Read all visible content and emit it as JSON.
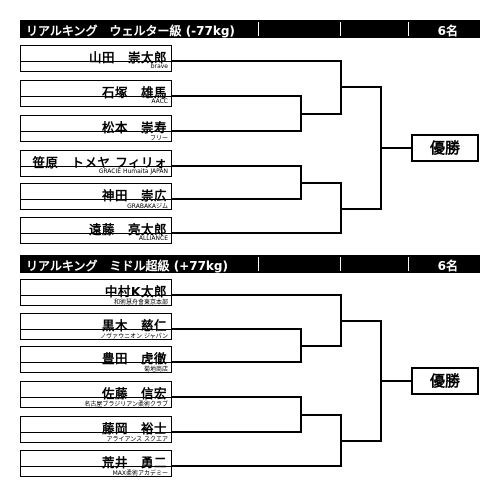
{
  "divisions": [
    {
      "title": "リアルキング　ウェルター級 (-77kg)",
      "count": "6名",
      "champion_label": "優勝",
      "entries": [
        {
          "name": "山田　崇太郎",
          "team": "brave"
        },
        {
          "name": "石塚　雄馬",
          "team": "AACC"
        },
        {
          "name": "松本　崇寿",
          "team": "フリー"
        },
        {
          "name": "笹原　トメヤ フィリォ",
          "team": "GRACIE Humaita JAPAN"
        },
        {
          "name": "神田　崇広",
          "team": "GRABAKAジム"
        },
        {
          "name": "遠藤　亮太郎",
          "team": "ALLIANCE"
        }
      ]
    },
    {
      "title": "リアルキング　ミドル超級 (+77kg)",
      "count": "6名",
      "champion_label": "優勝",
      "entries": [
        {
          "name": "中村K太郎",
          "team": "和術慧舟會東京本部"
        },
        {
          "name": "黒木　慈仁",
          "team": "ノヴァウニオン ジャパン"
        },
        {
          "name": "豊田　虎徹",
          "team": "菊地商店"
        },
        {
          "name": "佐藤　信宏",
          "team": "名古屋ブラジリアン柔術クラブ"
        },
        {
          "name": "藤岡　裕士",
          "team": "アライアンス スクエア"
        },
        {
          "name": "荒井　勇二",
          "team": "MAX柔術アカデミー"
        }
      ]
    }
  ]
}
